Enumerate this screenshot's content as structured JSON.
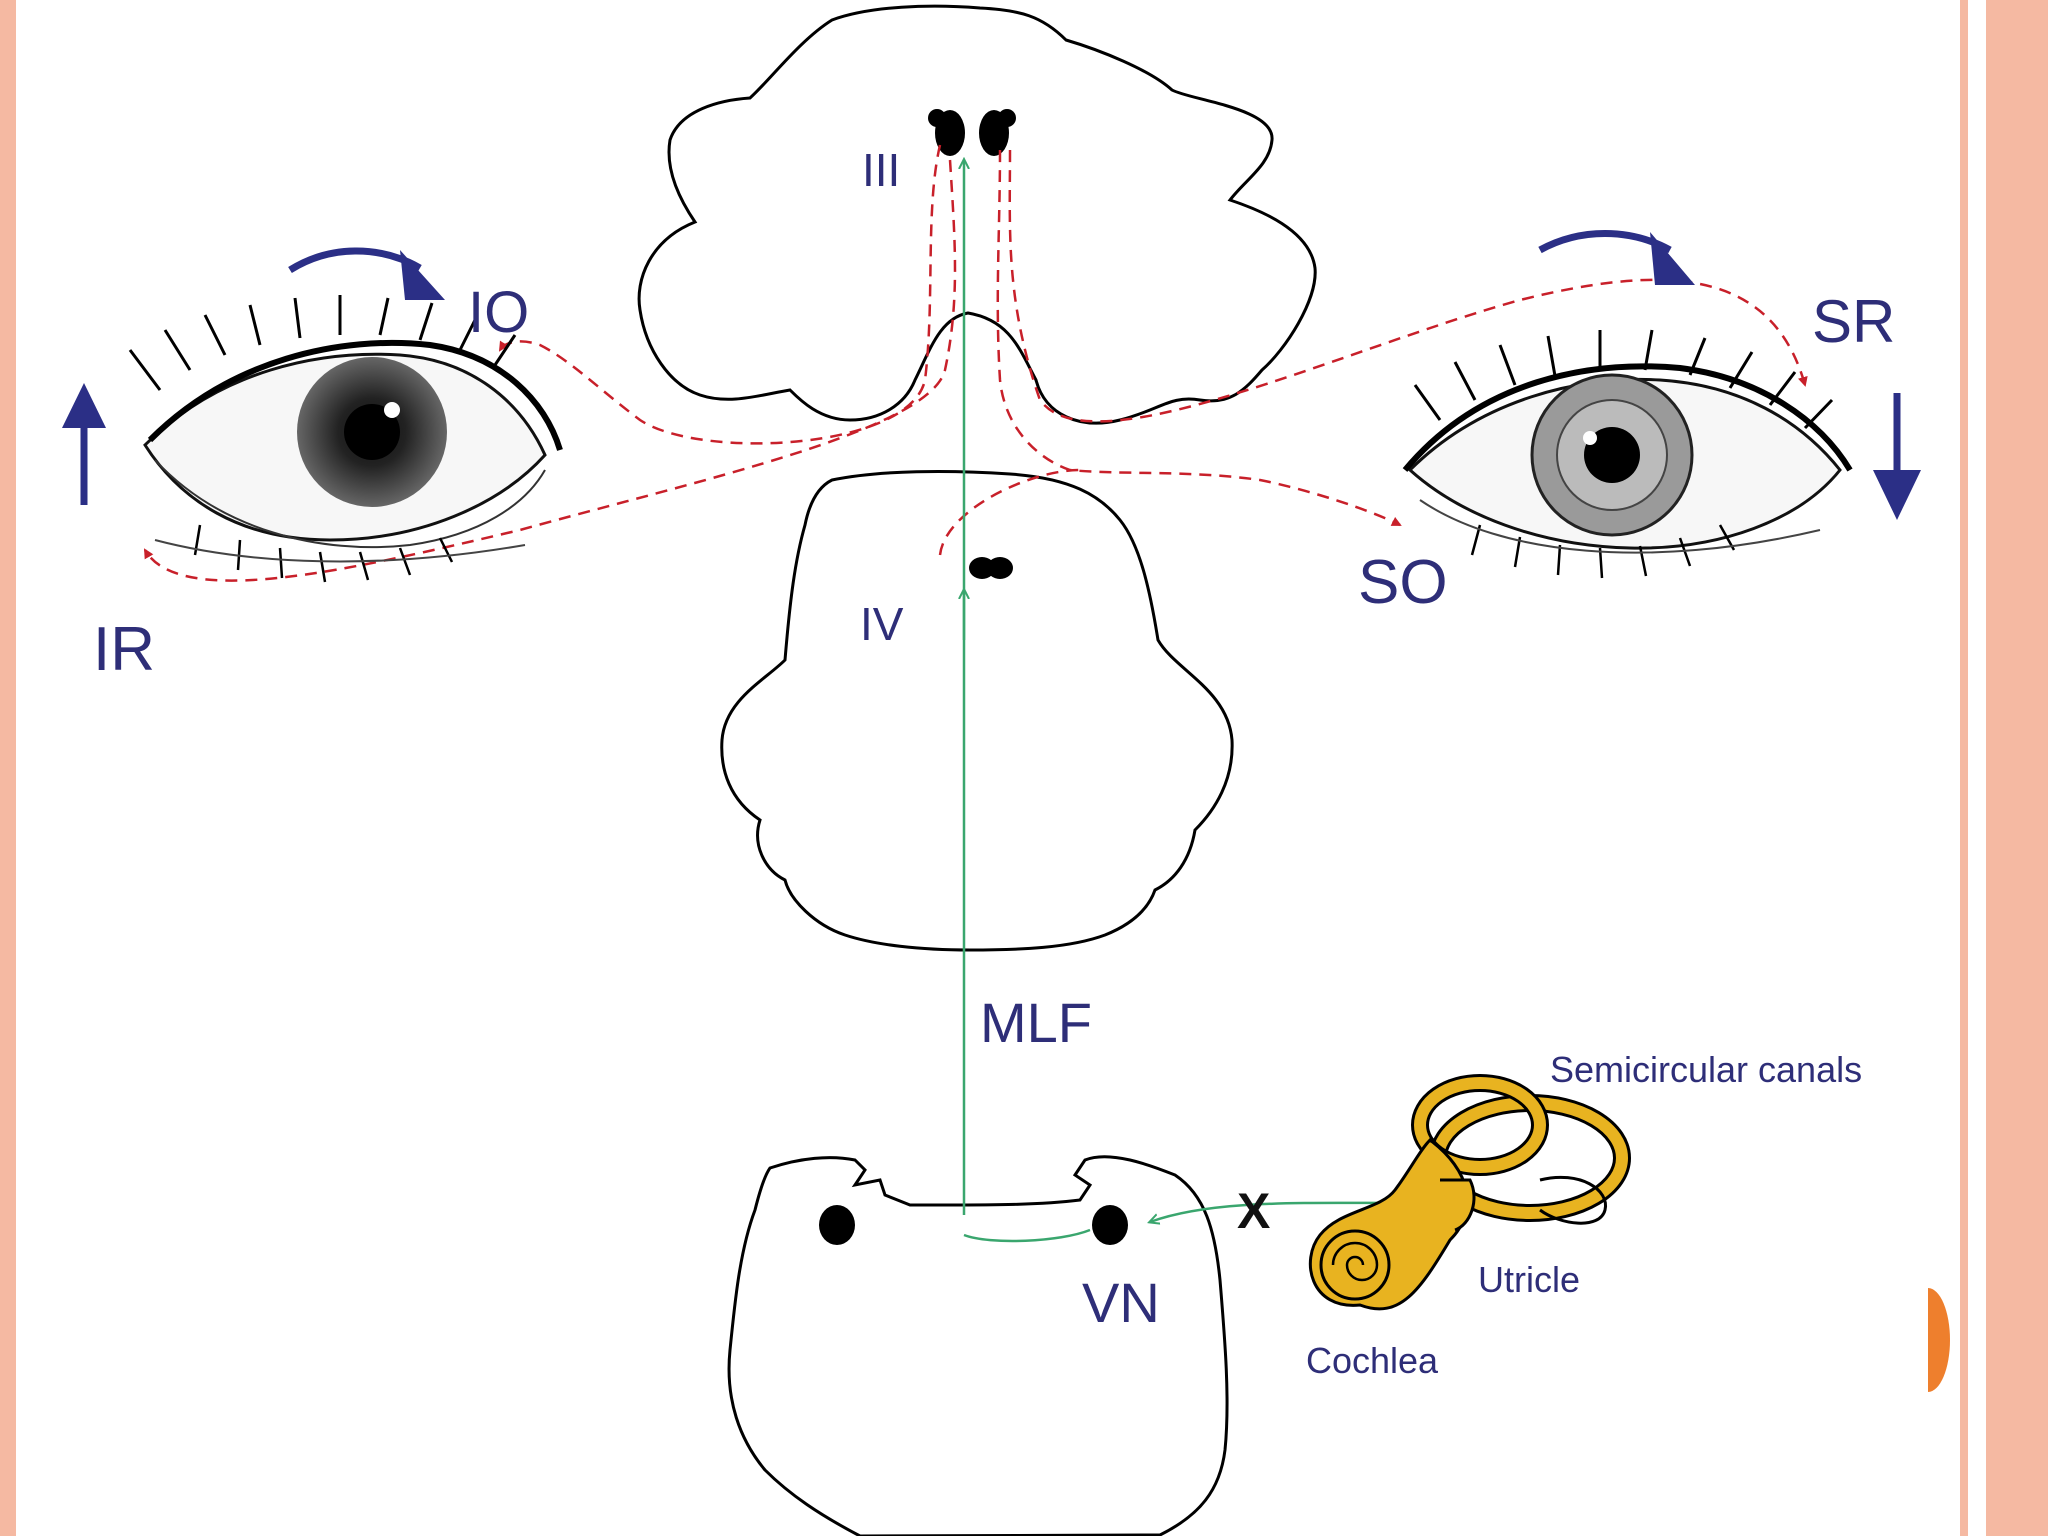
{
  "labels": {
    "iii": "III",
    "iv": "IV",
    "io": "IO",
    "ir": "IR",
    "sr": "SR",
    "so": "SO",
    "mlf": "MLF",
    "vn": "VN",
    "x": "X",
    "semicircular": "Semicircular canals",
    "utricle": "Utricle",
    "cochlea": "Cochlea"
  },
  "colors": {
    "slide_border": "#f5b9a2",
    "accent_orange": "#ee7f2d",
    "label_blue": "#2e2e78",
    "arrow_blue": "#2b2f86",
    "red_dashed": "#c8202a",
    "green_path": "#3aa66e",
    "ear_gold": "#e8b320"
  }
}
